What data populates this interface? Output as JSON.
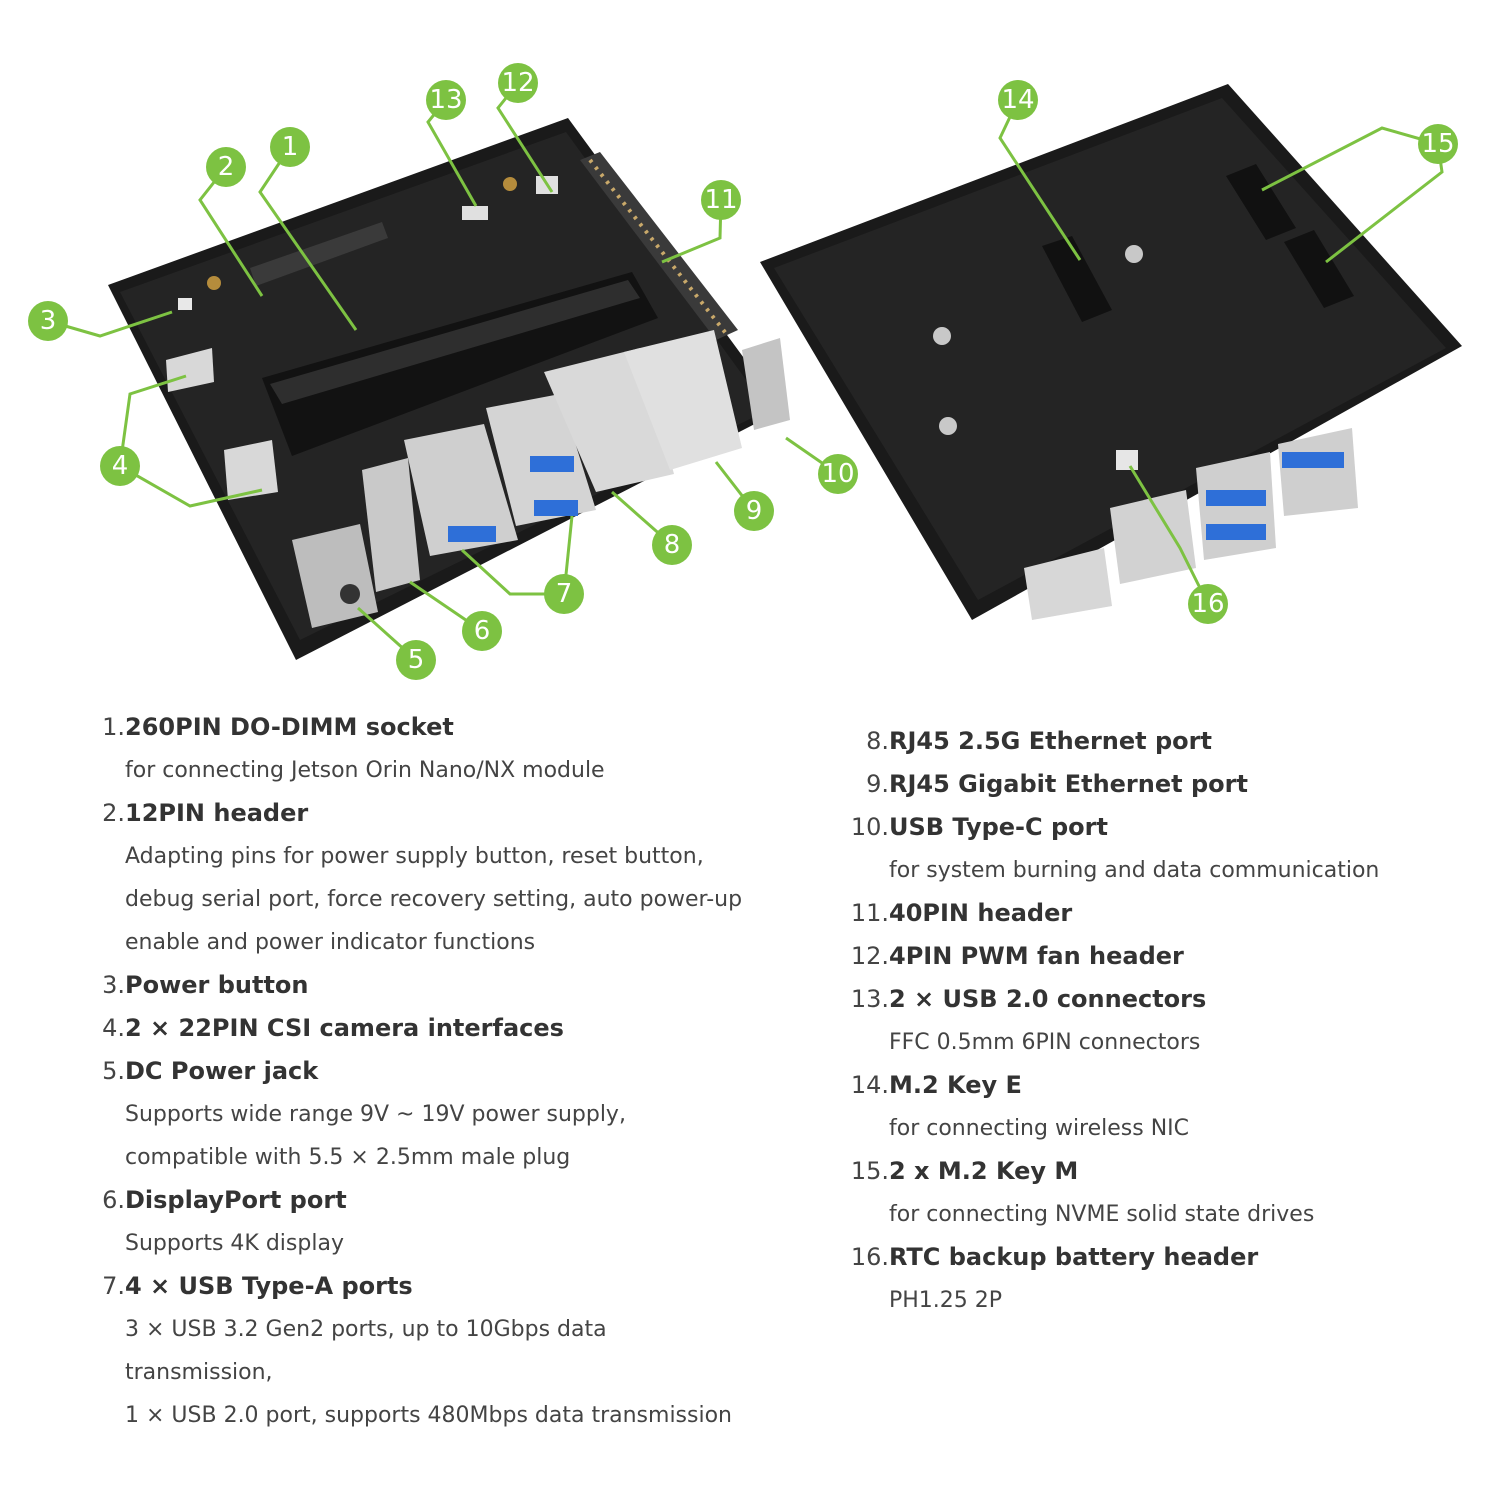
{
  "colors": {
    "accent": "#7dc242",
    "board": "#1c1c1c",
    "text": "#333333"
  },
  "callouts": [
    "1",
    "2",
    "3",
    "4",
    "5",
    "6",
    "7",
    "8",
    "9",
    "10",
    "11",
    "12",
    "13",
    "14",
    "15",
    "16"
  ],
  "items_left": [
    {
      "num": "1.",
      "title": "260PIN DO-DIMM socket",
      "desc": [
        "for connecting Jetson Orin Nano/NX module"
      ]
    },
    {
      "num": "2.",
      "title": "12PIN header",
      "desc": [
        "Adapting pins for power supply button, reset button,",
        "debug serial port, force recovery setting, auto power-up",
        "enable and power indicator functions"
      ]
    },
    {
      "num": "3.",
      "title": "Power button",
      "desc": []
    },
    {
      "num": "4.",
      "title": "2 × 22PIN CSI camera interfaces",
      "desc": []
    },
    {
      "num": "5.",
      "title": "DC Power jack",
      "desc": [
        "Supports wide range 9V ~ 19V power supply,",
        "compatible with 5.5 × 2.5mm male plug"
      ]
    },
    {
      "num": "6.",
      "title": "DisplayPort port",
      "desc": [
        "Supports 4K display"
      ]
    },
    {
      "num": "7.",
      "title": "4 × USB Type-A ports",
      "desc": [
        "3 × USB 3.2 Gen2 ports, up to 10Gbps data",
        "transmission,",
        "1 × USB 2.0 port, supports 480Mbps data transmission"
      ]
    }
  ],
  "items_right": [
    {
      "num": "8.",
      "title": "RJ45 2.5G Ethernet port",
      "desc": []
    },
    {
      "num": "9.",
      "title": "RJ45 Gigabit Ethernet port",
      "desc": []
    },
    {
      "num": "10.",
      "title": "USB Type-C port",
      "desc": [
        "for system burning and data communication"
      ]
    },
    {
      "num": "11.",
      "title": "40PIN header",
      "desc": []
    },
    {
      "num": "12.",
      "title": "4PIN PWM fan header",
      "desc": []
    },
    {
      "num": "13.",
      "title": "2 × USB 2.0 connectors",
      "desc": [
        "FFC 0.5mm 6PIN connectors"
      ]
    },
    {
      "num": "14.",
      "title": "M.2 Key E",
      "desc": [
        "for connecting wireless NIC"
      ]
    },
    {
      "num": "15.",
      "title": "2 x M.2 Key M",
      "desc": [
        "for connecting NVME solid state drives"
      ]
    },
    {
      "num": "16.",
      "title": "RTC backup battery header",
      "desc": [
        "PH1.25 2P"
      ]
    }
  ]
}
